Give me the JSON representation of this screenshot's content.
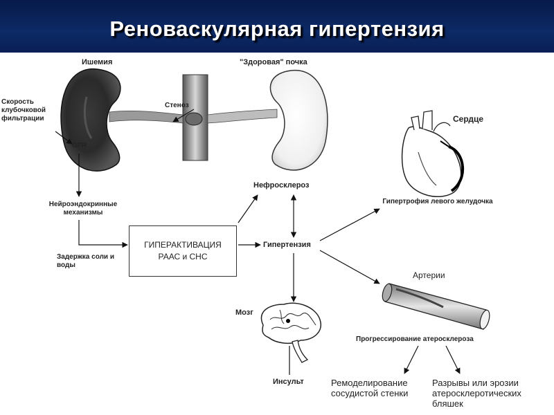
{
  "title": "Реноваскулярная гипертензия",
  "labels": {
    "ischemia": "Ишемия",
    "healthy_kidney": "\"Здоровая\" почка",
    "stenosis": "Стеноз",
    "gfr_rate": "Скорость клубочковой фильтрации",
    "gfr": "GFR",
    "neuroendocrine": "Нейроэндокринные механизмы",
    "salt_water": "Задержка соли и воды",
    "raas_line1": "ГИПЕРАКТИВАЦИЯ",
    "raas_line2": "РААС и СНС",
    "hypertension": "Гипертензия",
    "nephrosclerosis": "Нефросклероз",
    "heart": "Сердце",
    "lvh": "Гипертрофия левого желудочка",
    "arteries": "Артерии",
    "brain": "Мозг",
    "stroke": "Инсульт",
    "atherosclerosis": "Прогрессирование атеросклероза",
    "remodeling": "Ремоделирование сосудистой стенки",
    "plaques": "Разрывы или эрозии атеросклеротических бляшек"
  }
}
